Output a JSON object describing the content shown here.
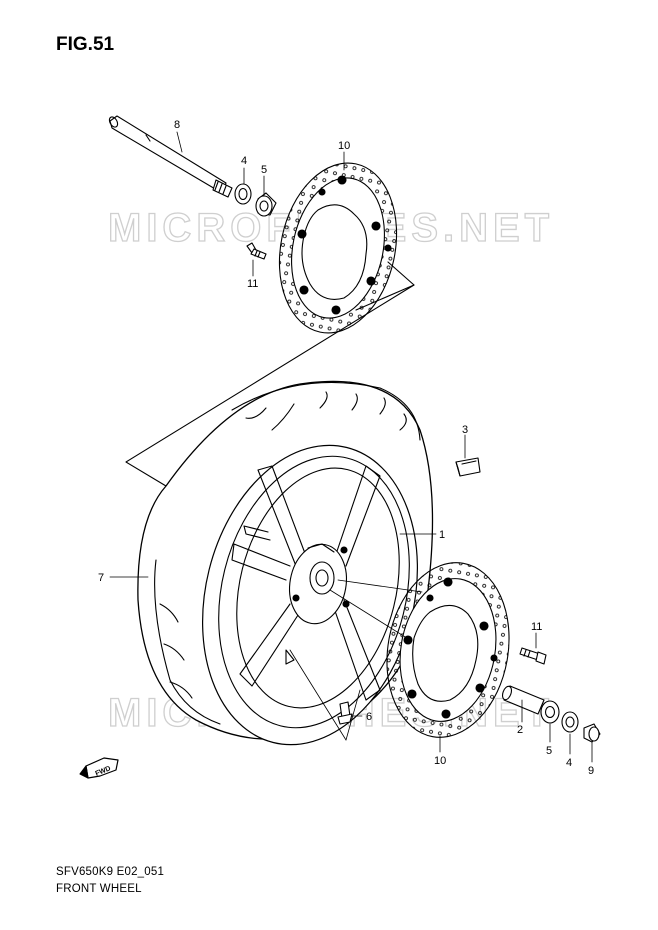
{
  "figure": {
    "title": "FIG.51",
    "code": "SFV650K9 E02_051",
    "caption": "FRONT WHEEL"
  },
  "watermark": {
    "text": "MICROFICHES.NET"
  },
  "fwd_badge": {
    "text": "FWD"
  },
  "callouts": {
    "c1": "1",
    "c2": "2",
    "c3": "3",
    "c4a": "4",
    "c4b": "4",
    "c5a": "5",
    "c5b": "5",
    "c6": "6",
    "c7": "7",
    "c8": "8",
    "c9": "9",
    "c10a": "10",
    "c10b": "10",
    "c11a": "11",
    "c11b": "11"
  }
}
